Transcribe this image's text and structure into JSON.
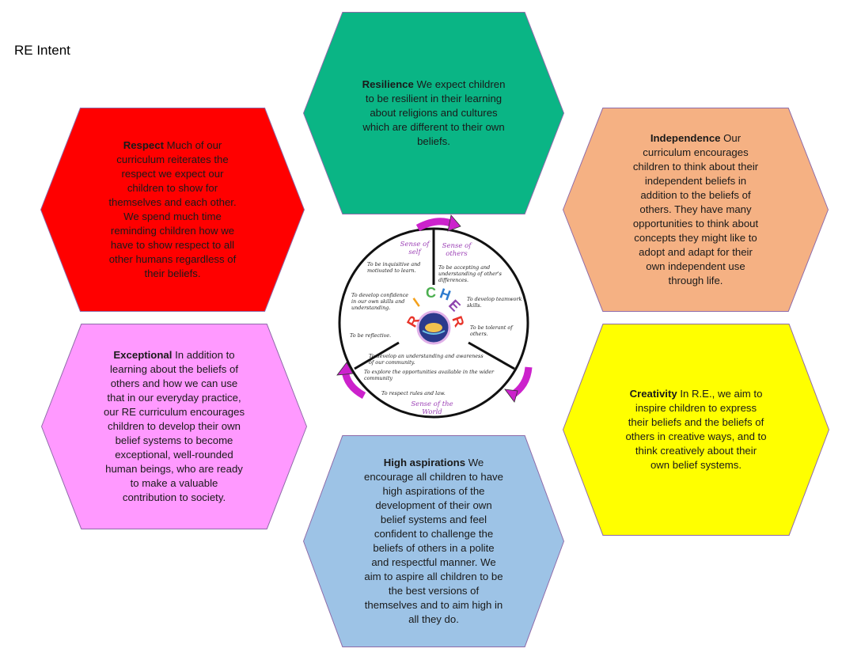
{
  "page": {
    "title": "RE Intent"
  },
  "hexagons": {
    "resilience": {
      "label": "Resilience",
      "text": " We expect children to be resilient in their learning about religions and cultures which are different to their own beliefs.",
      "color": "#0ab585"
    },
    "respect": {
      "label": "Respect",
      "text": " Much of our curriculum reiterates the respect we expect our children to show for themselves and each other. We spend much time reminding children how we have to show respect to all other humans regardless of their beliefs.",
      "color": "#ff0000"
    },
    "independence": {
      "label": "Independence",
      "text": " Our curriculum encourages children to think about their independent beliefs in addition to the beliefs of others. They have many opportunities to think about concepts they might like to adopt and adapt for their own independent use through life.",
      "color": "#f5b183"
    },
    "exceptional": {
      "label": "Exceptional",
      "text": " In addition to learning about the beliefs of others and how we can use that in our everyday practice, our RE curriculum encourages children to develop their own belief systems to become exceptional, well-rounded human beings, who are ready to make a valuable contribution to society.",
      "color": "#ff99ff"
    },
    "creativity": {
      "label": "Creativity",
      "text": " In R.E., we aim to inspire children to express their beliefs and the beliefs of others in creative ways, and to think creatively about their own belief systems.",
      "color": "#ffff00"
    },
    "aspirations": {
      "label": "High aspirations",
      "text": " We encourage all children to have high aspirations of the development of their own belief systems and feel confident to challenge the beliefs of others in a polite and respectful manner. We aim to aspire all children to be the best versions of themselves and to aim high in all they do.",
      "color": "#9dc3e6"
    }
  },
  "wheel": {
    "sections": {
      "self": "Sense of self",
      "others": "Sense of others",
      "world": "Sense of the World"
    },
    "self_notes": [
      "To be inquisitive and motivated to learn.",
      "To develop confidence in our own skills and understanding.",
      "To be reflective."
    ],
    "others_notes": [
      "To be accepting and understanding of other's differences.",
      "To develop teamwork skills.",
      "To be tolerant of others."
    ],
    "world_notes": [
      "To develop an understanding and awareness of our community.",
      "To explore the opportunities available in the wider community",
      "To respect rules and law."
    ],
    "letters": [
      "R",
      "I",
      "C",
      "H",
      "E",
      "R"
    ],
    "letter_colors": [
      "#e8342a",
      "#f4a11c",
      "#4caf50",
      "#2e7bcf",
      "#8e44ad",
      "#e8342a"
    ],
    "arrow_color": "#cc22cc"
  }
}
